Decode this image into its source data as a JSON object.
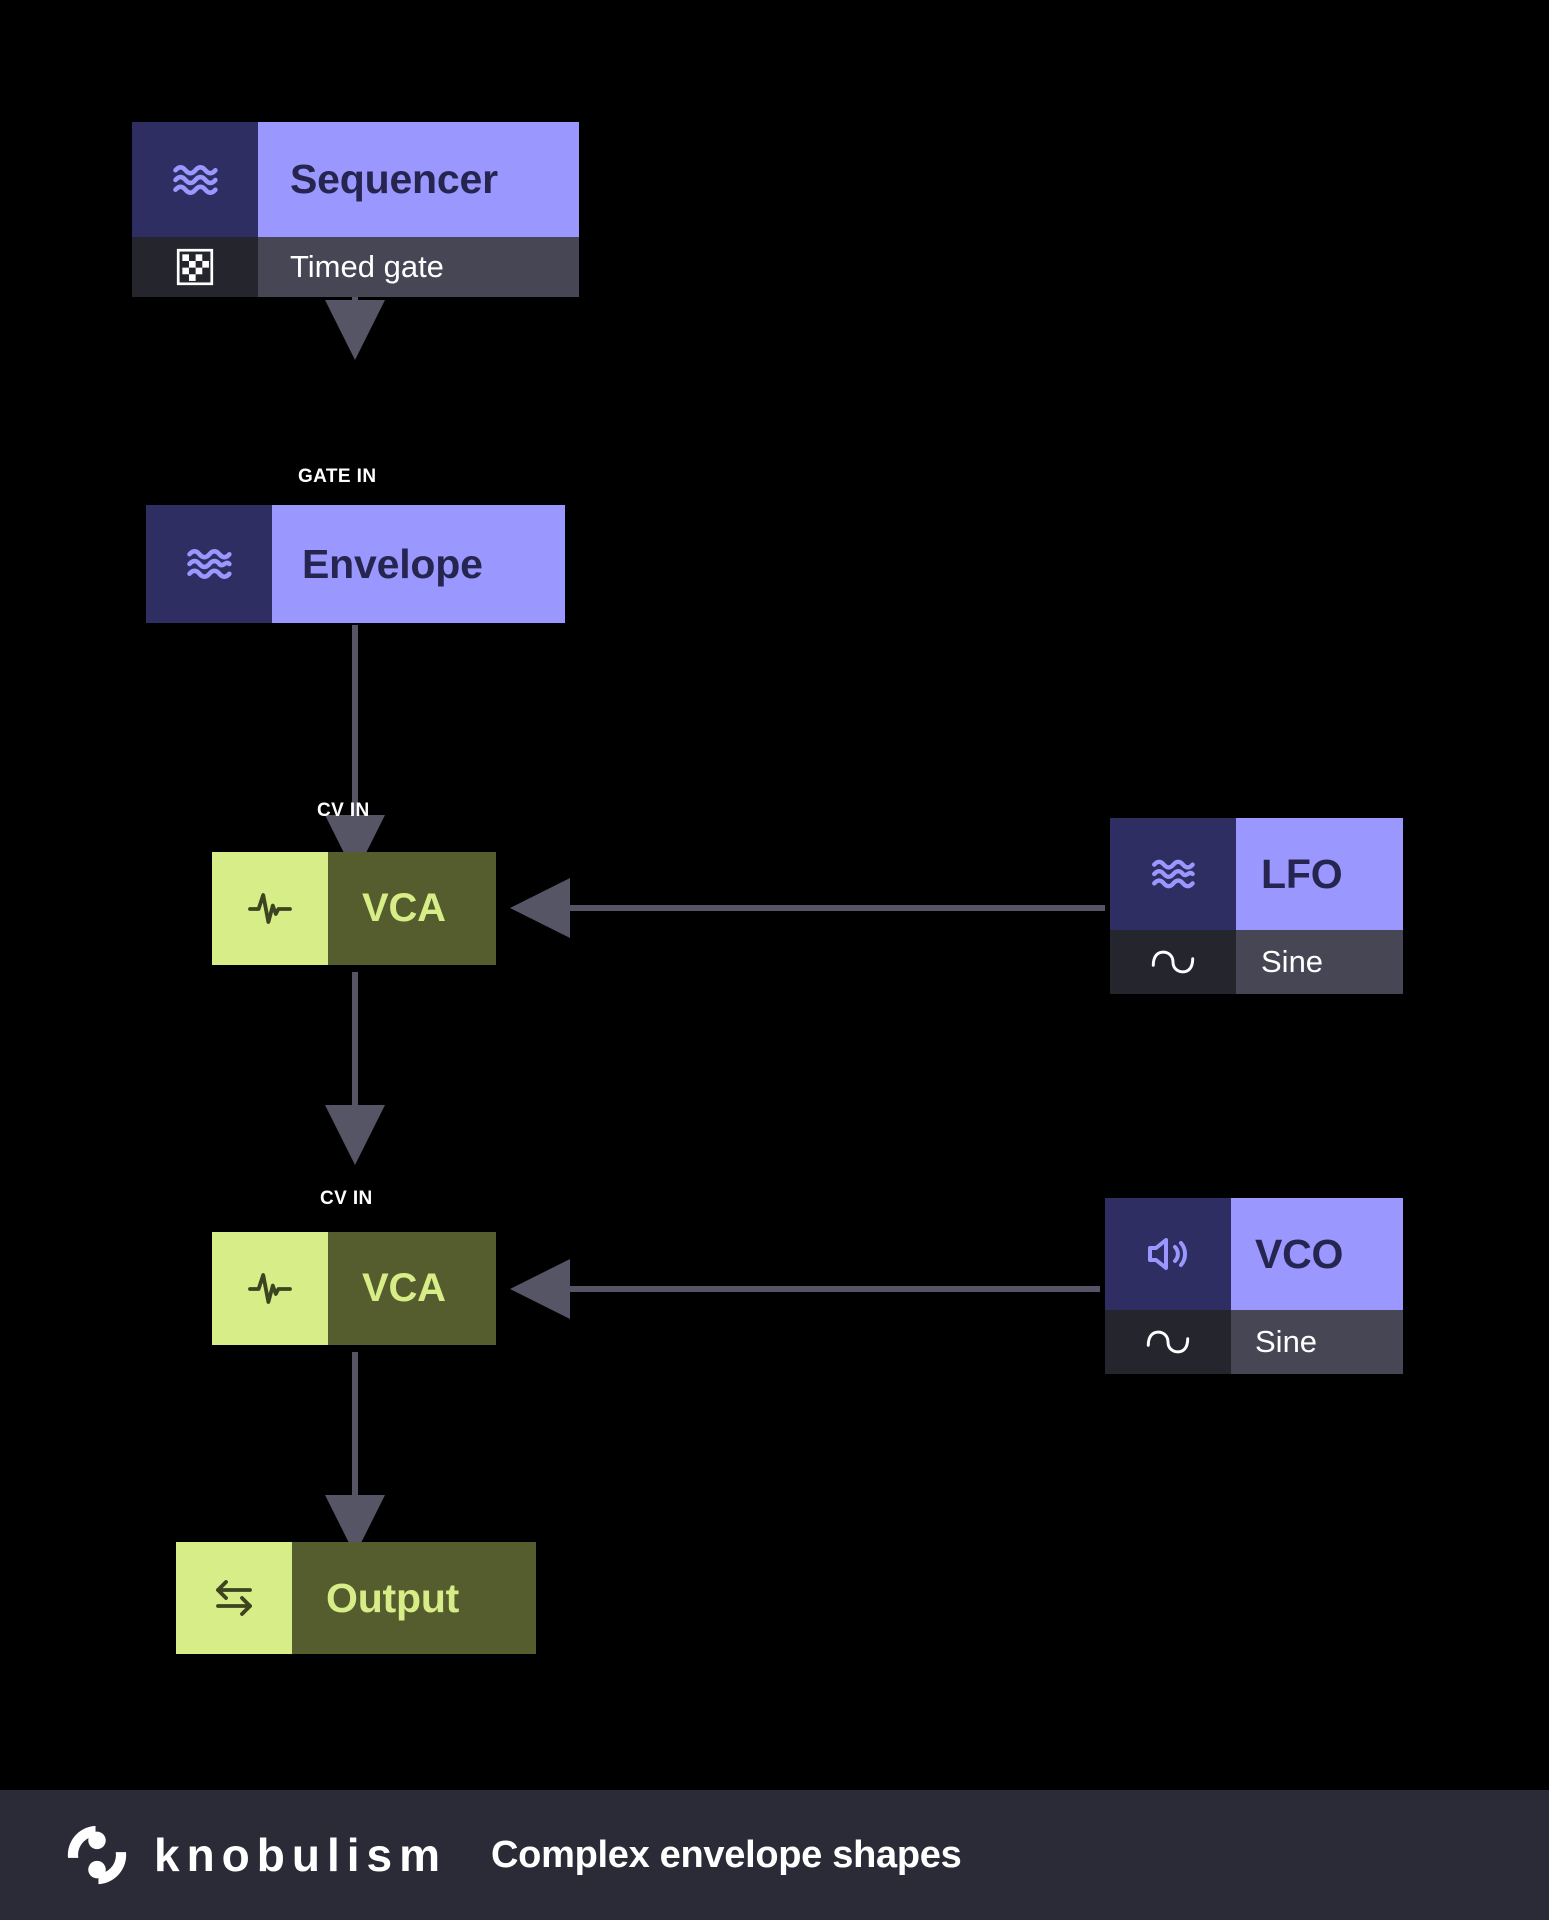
{
  "canvas": {
    "background": "#000000",
    "purple_icon_bg": "#2e2e63",
    "purple_label_bg": "#9a98fe",
    "purple_label_fg": "#262550",
    "green_icon_bg": "#d7ed87",
    "green_label_bg": "#555c2e",
    "green_label_fg": "#d7ed87",
    "sub_icon_bg": "#25252e",
    "sub_label_bg": "#464655",
    "sub_label_fg": "#ffffff",
    "edge_color": "#555566"
  },
  "nodes": [
    {
      "id": "sequencer",
      "title": "Sequencer",
      "icon": "waves-icon",
      "style": "purple",
      "sub": {
        "label": "Timed gate",
        "icon": "checkerboard-icon"
      }
    },
    {
      "id": "envelope",
      "title": "Envelope",
      "icon": "waves-icon",
      "style": "purple",
      "sub": null
    },
    {
      "id": "vca-1",
      "title": "VCA",
      "icon": "pulse-icon",
      "style": "green",
      "sub": null
    },
    {
      "id": "lfo",
      "title": "LFO",
      "icon": "waves-icon",
      "style": "purple",
      "sub": {
        "label": "Sine",
        "icon": "sine-wave-icon"
      }
    },
    {
      "id": "vca-2",
      "title": "VCA",
      "icon": "pulse-icon",
      "style": "green",
      "sub": null
    },
    {
      "id": "vco",
      "title": "VCO",
      "icon": "speaker-icon",
      "style": "purple",
      "sub": {
        "label": "Sine",
        "icon": "sine-wave-icon"
      }
    },
    {
      "id": "output",
      "title": "Output",
      "icon": "transfer-icon",
      "style": "green",
      "sub": null
    }
  ],
  "edges": [
    {
      "from": "sequencer",
      "to": "envelope",
      "label": "GATE IN",
      "direction": "down"
    },
    {
      "from": "envelope",
      "to": "vca-1",
      "label": "CV IN",
      "direction": "down"
    },
    {
      "from": "lfo",
      "to": "vca-1",
      "label": "",
      "direction": "left"
    },
    {
      "from": "vca-1",
      "to": "vca-2",
      "label": "CV IN",
      "direction": "down"
    },
    {
      "from": "vco",
      "to": "vca-2",
      "label": "",
      "direction": "left"
    },
    {
      "from": "vca-2",
      "to": "output",
      "label": "",
      "direction": "down"
    }
  ],
  "footer": {
    "brand": "knobulism",
    "logo_icon": "knob-swirl-logo-icon",
    "caption": "Complex envelope shapes",
    "background": "#2b2b38"
  }
}
